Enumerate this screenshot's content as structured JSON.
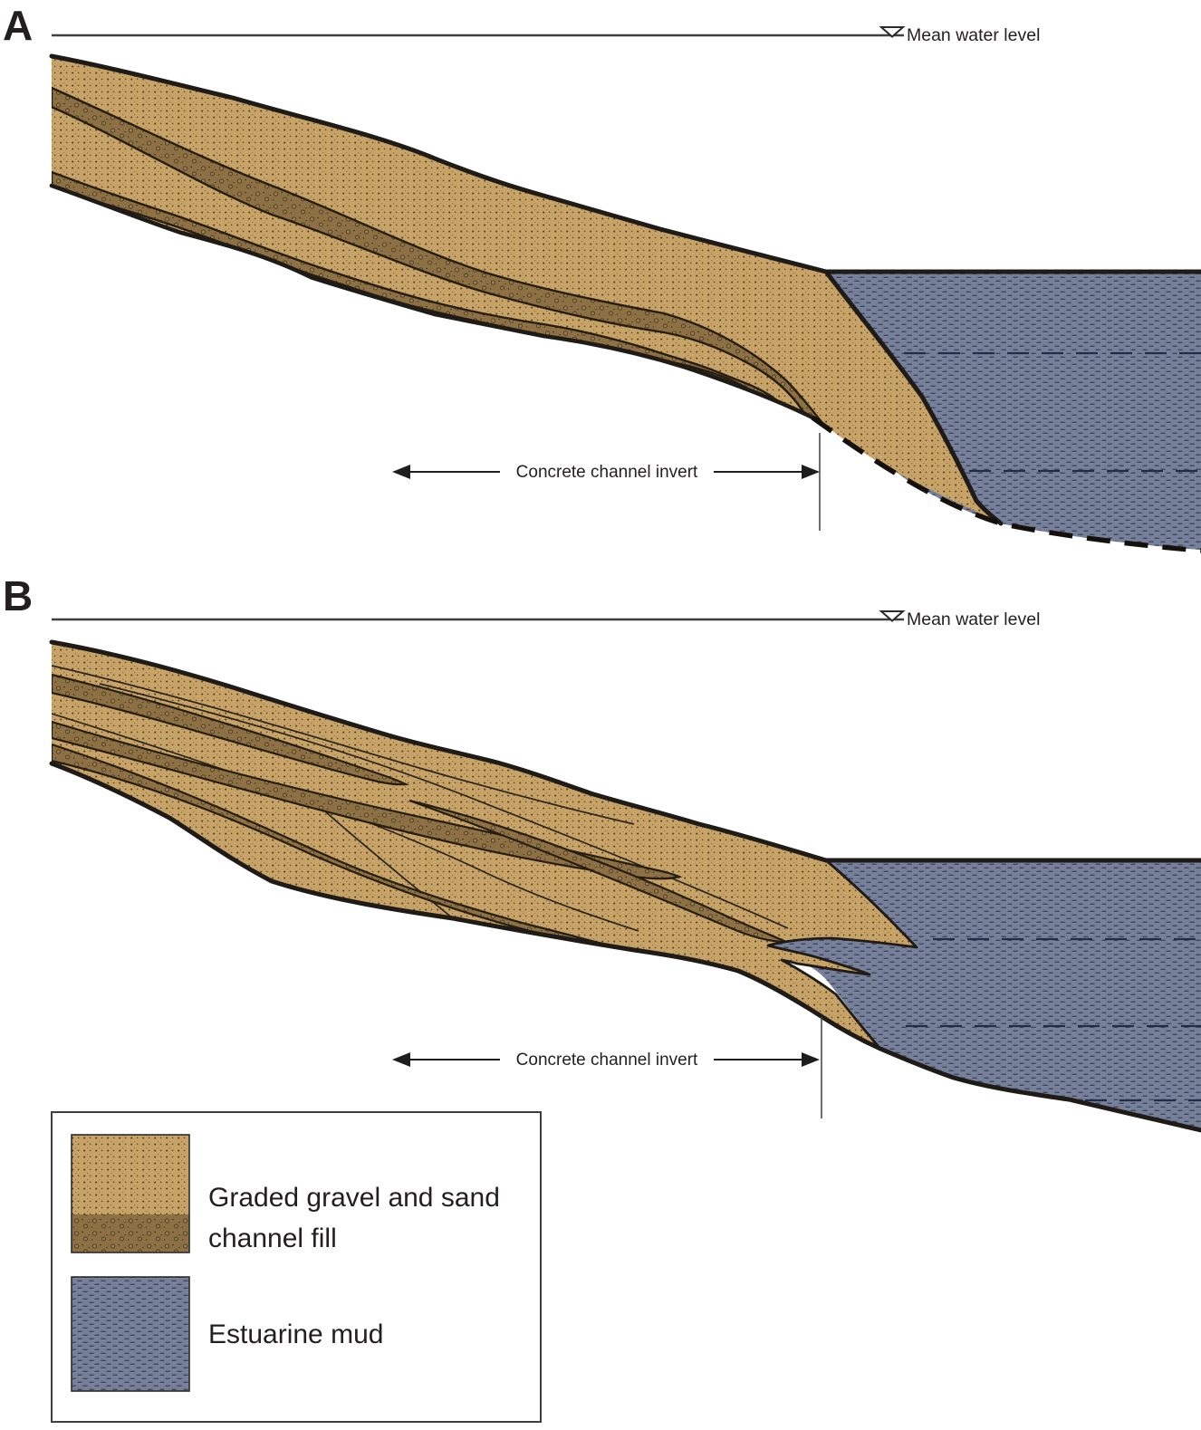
{
  "figure": {
    "panels": [
      {
        "label": "A",
        "water_label": "Mean water level",
        "invert_label": "Concrete channel invert"
      },
      {
        "label": "B",
        "water_label": "Mean water level",
        "invert_label": "Concrete channel invert"
      }
    ],
    "legend": {
      "items": [
        {
          "name": "graded-gravel-sand-channel-fill",
          "lines": [
            "Graded gravel and sand",
            "channel fill"
          ]
        },
        {
          "name": "estuarine-mud",
          "lines": [
            "Estuarine mud"
          ]
        }
      ]
    },
    "colors": {
      "sand": "#C7A368",
      "gravel": "#8D7145",
      "mud": "#77809A",
      "outline": "#1F1B16",
      "water_line": "#3F3F3F",
      "text": "#231F20"
    }
  }
}
